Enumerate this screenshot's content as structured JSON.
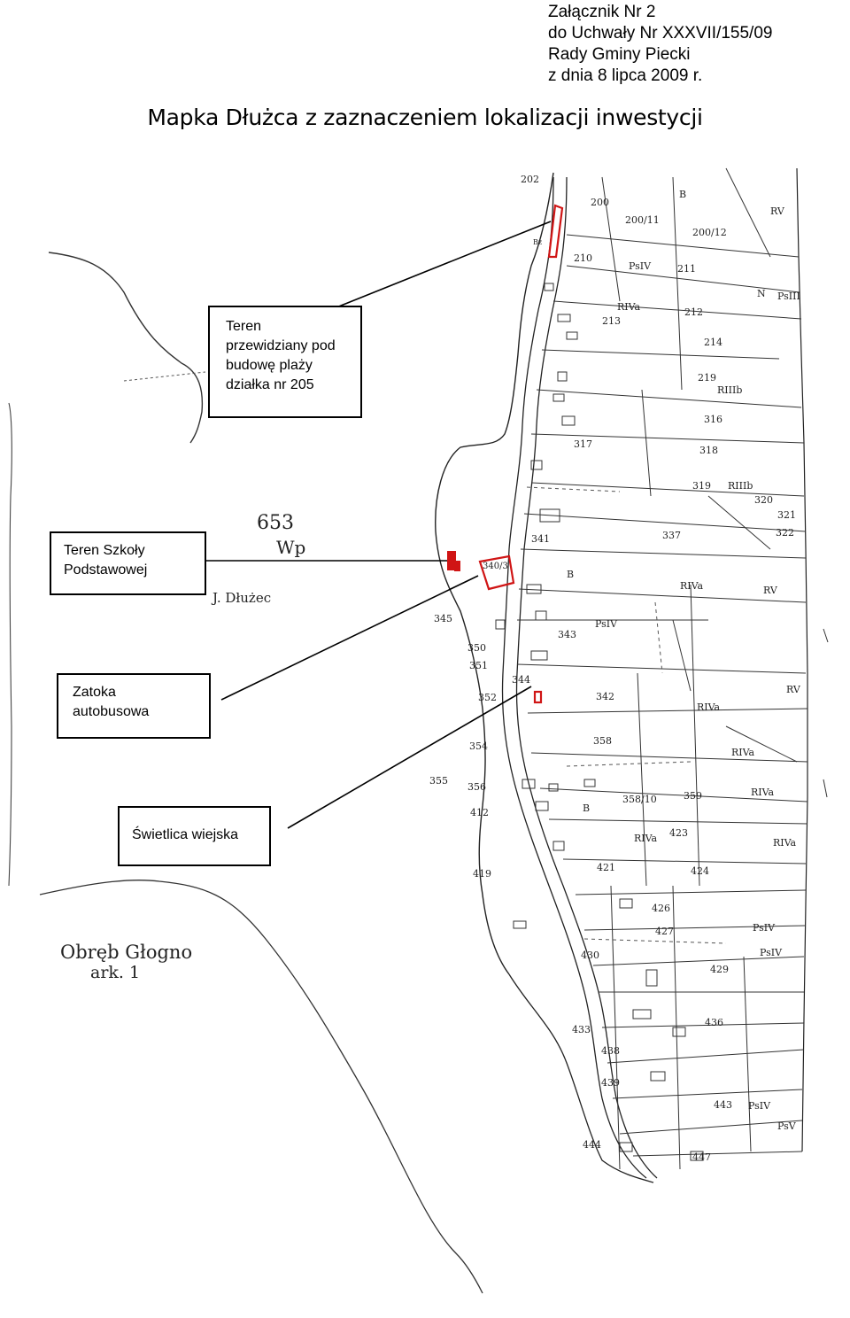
{
  "header": {
    "line1": "Załącznik Nr 2",
    "line2": "do Uchwały Nr XXXVII/155/09",
    "line3": "Rady Gminy Piecki",
    "line4": "z dnia 8 lipca 2009 r."
  },
  "title": "Mapka Dłużca z zaznaczeniem lokalizacji inwestycji",
  "callouts": {
    "beach": {
      "line1": "Teren",
      "line2": "przewidziany pod",
      "line3": "budowę plaży",
      "line4": "działka nr 205"
    },
    "school": {
      "line1": "Teren Szkoły",
      "line2": "Podstawowej"
    },
    "bus": {
      "line1": "Zatoka",
      "line2": "autobusowa"
    },
    "hall": {
      "line1": "Świetlica wiejska"
    }
  },
  "map_labels": {
    "lake_number": "653",
    "lake_code": "Wp",
    "lake_name": "J. Dłużec",
    "precinct_line1": "Obręb Głogno",
    "precinct_line2": "ark. 1"
  },
  "parcels": [
    "202",
    "200",
    "200/11",
    "200/12",
    "210",
    "211",
    "212",
    "213",
    "214",
    "219",
    "316",
    "317",
    "318",
    "319",
    "320",
    "321",
    "322",
    "337",
    "340/3",
    "341",
    "342",
    "343",
    "344",
    "345",
    "350",
    "351",
    "352",
    "354",
    "355",
    "356",
    "358",
    "358/10",
    "359",
    "412",
    "419",
    "421",
    "423",
    "424",
    "426",
    "427",
    "429",
    "430",
    "433",
    "436",
    "438",
    "439",
    "443",
    "444",
    "447"
  ],
  "land_classes": [
    "RV",
    "RIVa",
    "RIIIb",
    "PsIV",
    "PsIII",
    "N",
    "B",
    "Bz"
  ],
  "colors": {
    "highlight": "#d01515",
    "ink": "#222222",
    "callout_border": "#000000"
  }
}
